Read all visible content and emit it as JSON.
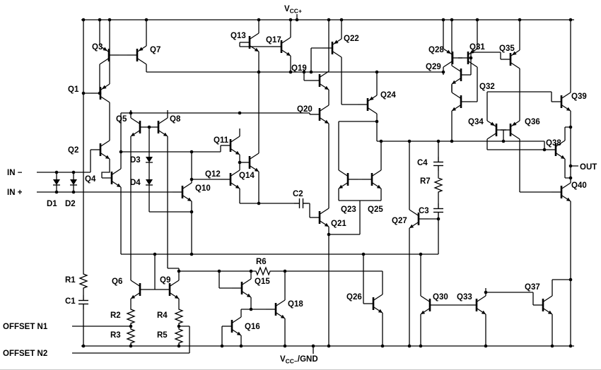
{
  "schematic": {
    "power": {
      "vcc_plus": {
        "base": "V",
        "sub": "CC+"
      },
      "vcc_minus": {
        "base": "V",
        "sub": "CC−",
        "suffix": "/GND"
      }
    },
    "ports": {
      "in_minus": "IN −",
      "in_plus": "IN +",
      "out": "OUT",
      "offset_n1": "OFFSET N1",
      "offset_n2": "OFFSET N2"
    },
    "transistors": [
      "Q1",
      "Q2",
      "Q3",
      "Q4",
      "Q5",
      "Q6",
      "Q7",
      "Q8",
      "Q9",
      "Q10",
      "Q11",
      "Q12",
      "Q13",
      "Q14",
      "Q15",
      "Q16",
      "Q17",
      "Q18",
      "Q19",
      "Q20",
      "Q21",
      "Q22",
      "Q23",
      "Q24",
      "Q25",
      "Q26",
      "Q27",
      "Q28",
      "Q29",
      "Q30",
      "Q31",
      "Q32",
      "Q33",
      "Q34",
      "Q35",
      "Q36",
      "Q37",
      "Q38",
      "Q39",
      "Q40"
    ],
    "resistors": [
      "R1",
      "R2",
      "R3",
      "R4",
      "R5",
      "R6",
      "R7"
    ],
    "capacitors": [
      "C1",
      "C2",
      "C3",
      "C4"
    ],
    "diodes": [
      "D1",
      "D2",
      "D3",
      "D4"
    ]
  }
}
